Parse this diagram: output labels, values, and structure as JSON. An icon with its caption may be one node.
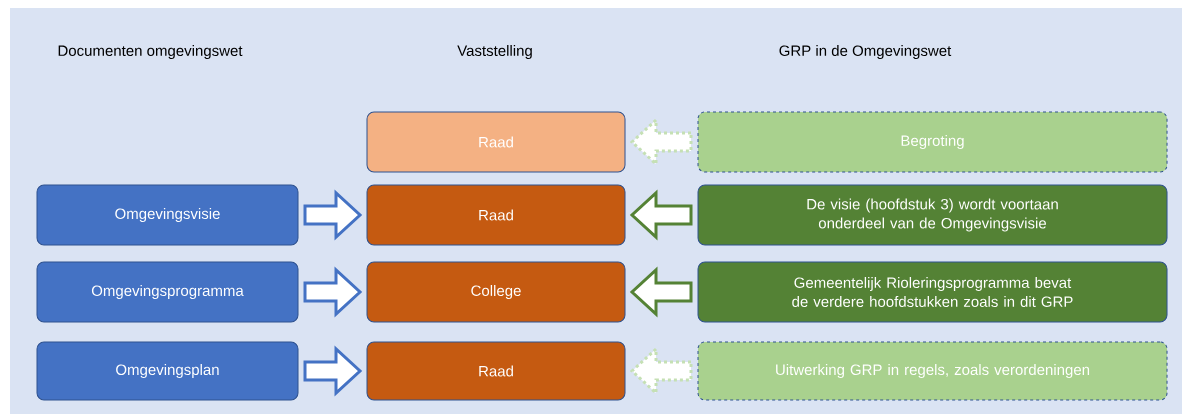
{
  "diagram": {
    "nodes": [
      {
        "text": [
          "Raad"
        ]
      },
      {
        "text": [
          "Begroting"
        ]
      },
      {
        "text": [
          "Omgevingsvisie"
        ]
      },
      {
        "text": [
          "Raad"
        ]
      },
      {
        "text": [
          "De visie (hoofdstuk 3) wordt voortaan onderdeel van de Omgevingsvisie"
        ]
      },
      {
        "text": [
          "Omgevingsprogramma"
        ]
      },
      {
        "text": [
          "College"
        ]
      },
      {
        "text": [
          "Gemeentelijk Rioleringsprogramma bevat de verdere hoofdstukken zoals in dit GRP"
        ]
      },
      {
        "text": [
          "Omgevingsplan"
        ]
      },
      {
        "text": [
          "Raad"
        ]
      },
      {
        "text": [
          "Uitwerking GRP in regels, zoals verordeningen"
        ]
      }
    ],
    "edges": [
      {
        "from": 1,
        "to": 0,
        "arrow": "to",
        "style": "dashed",
        "color": "#c5e0b4"
      },
      {
        "from": 2,
        "to": 3,
        "arrow": "to",
        "color": "#4472c4"
      },
      {
        "from": 4,
        "to": 3,
        "arrow": "to",
        "color": "#548235"
      },
      {
        "from": 5,
        "to": 6,
        "arrow": "to",
        "color": "#4472c4"
      },
      {
        "from": 7,
        "to": 6,
        "arrow": "to",
        "color": "#548235"
      },
      {
        "from": 8,
        "to": 9,
        "arrow": "to",
        "color": "#4472c4"
      },
      {
        "from": 10,
        "to": 9,
        "arrow": "to",
        "style": "dashed",
        "color": "#c5e0b4"
      }
    ],
    "labels": [
      "Documenten omgevingswet",
      "Vaststelling",
      "GRP in de Omgevingswet"
    ]
  }
}
